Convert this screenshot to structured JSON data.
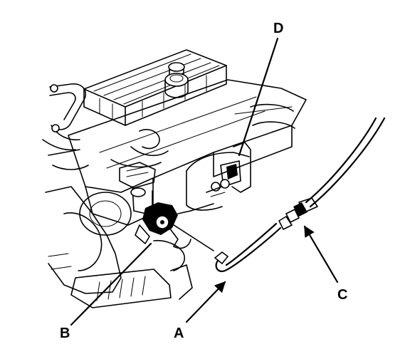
{
  "callouts": {
    "a": "A",
    "b": "B",
    "c": "C",
    "d": "D"
  },
  "colors": {
    "ink": "#000000",
    "background": "#ffffff"
  }
}
